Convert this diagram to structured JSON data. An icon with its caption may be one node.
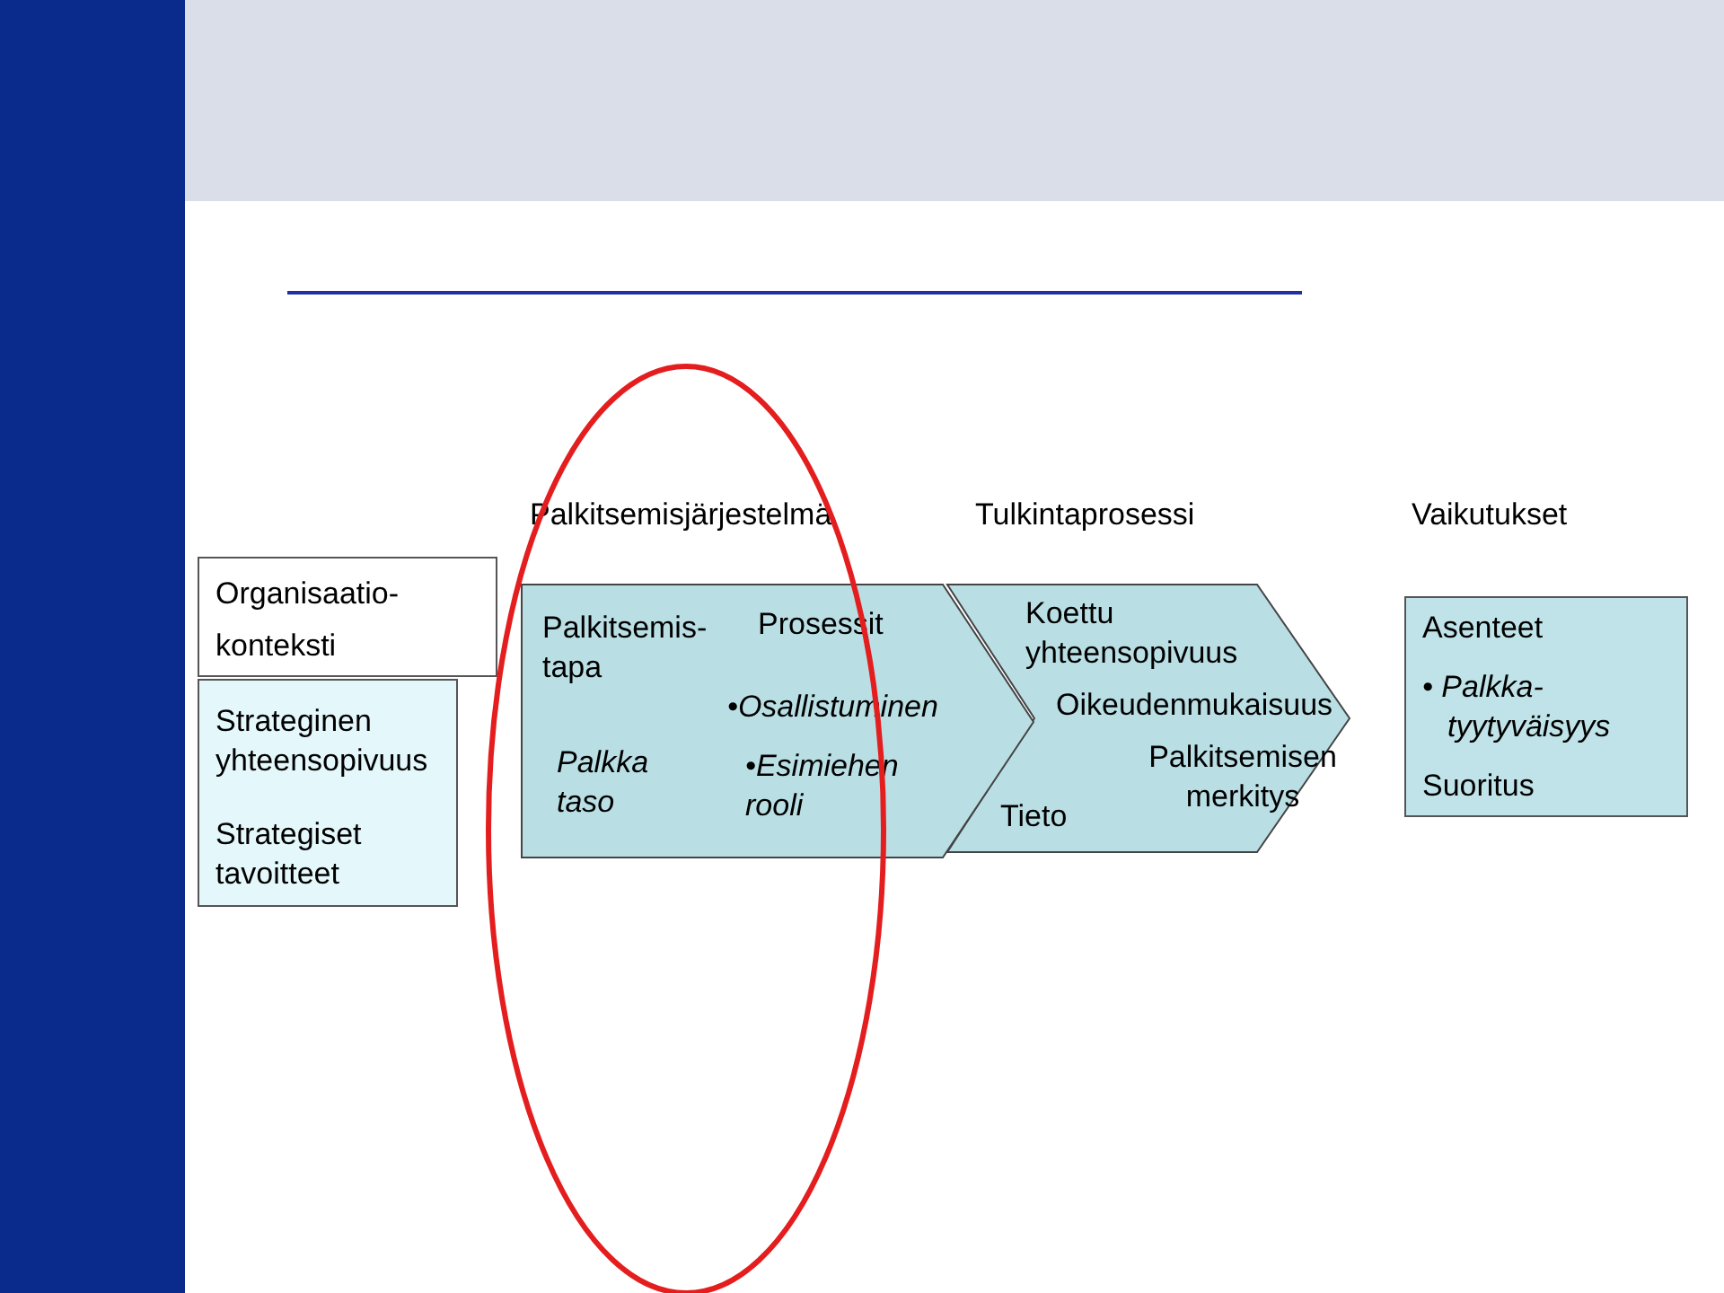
{
  "diagram": {
    "nodes": [
      {
        "text": [
          "Organisaatio-konteksti"
        ]
      },
      {
        "text": [
          "Strateginen yhteensopivuus",
          "Strategiset tavoitteet"
        ]
      },
      {
        "text": [
          "Palkitsemis-tapa",
          "Palkka taso",
          "Prosessit",
          "•Osallistuminen",
          "•Esimiehen rooli"
        ]
      },
      {
        "text": [
          "Koettu yhteensopivuus",
          "Oikeudenmukaisuus",
          "Tieto",
          "Palkitsemisen merkitys"
        ]
      },
      {
        "text": [
          "Asenteet",
          "• Palkka-tyytyväisyys",
          "Suoritus"
        ]
      }
    ],
    "edges": [],
    "labels": [
      "Palkitsemisjärjestelmä",
      "Tulkintaprosessi",
      "Vaikutukset"
    ]
  }
}
